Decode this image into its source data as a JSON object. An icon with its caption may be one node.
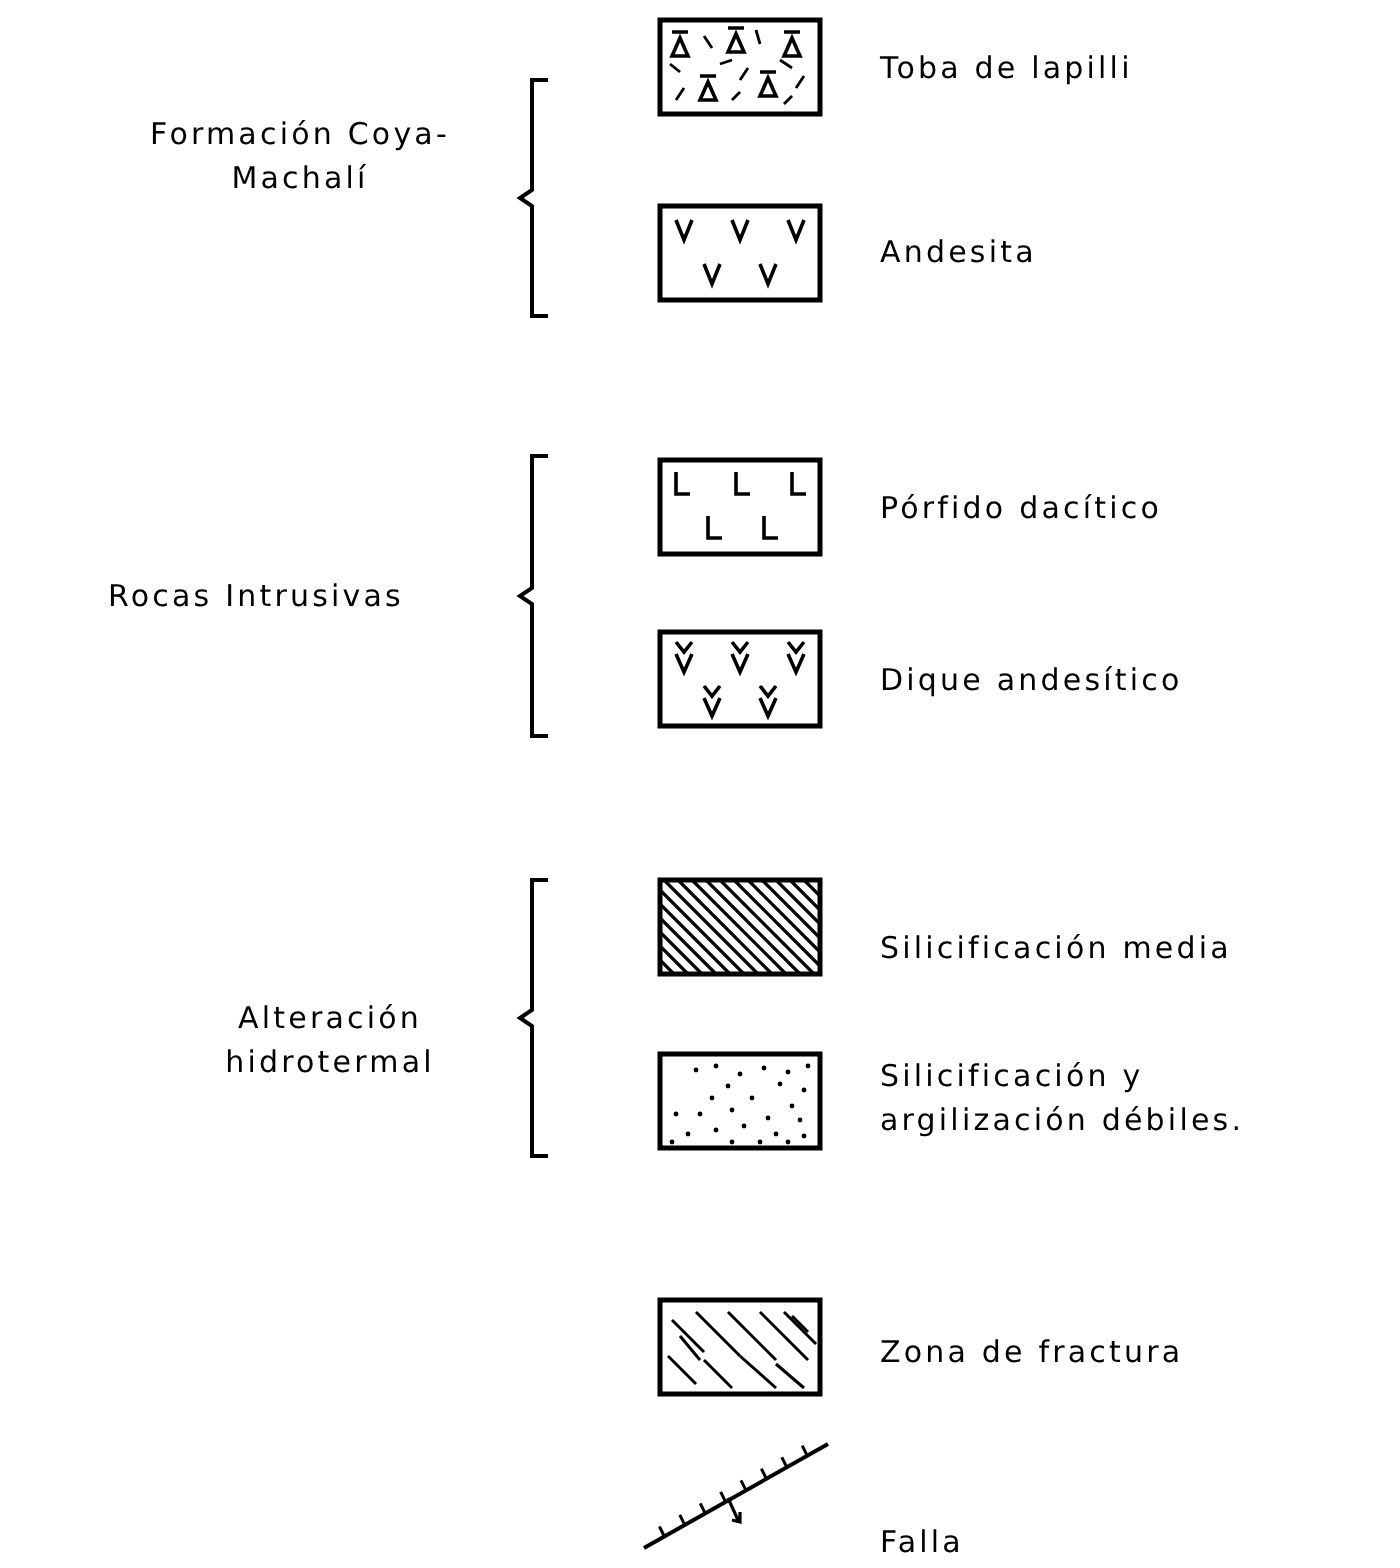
{
  "diagram": {
    "labels": [
      "Formación Coya-Machalí",
      "Rocas Intrusivas",
      "Alteración hidrotermal"
    ],
    "legend": [
      {
        "text": "Toba de lapilli"
      },
      {
        "text": "Andesita"
      },
      {
        "text": "Pórfido dacítico"
      },
      {
        "text": "Dique andesítico"
      },
      {
        "text": "Silicificación media"
      },
      {
        "text": "Silicificación y argilización débiles."
      },
      {
        "text": "Zona de fractura"
      },
      {
        "text": "Falla"
      }
    ]
  }
}
